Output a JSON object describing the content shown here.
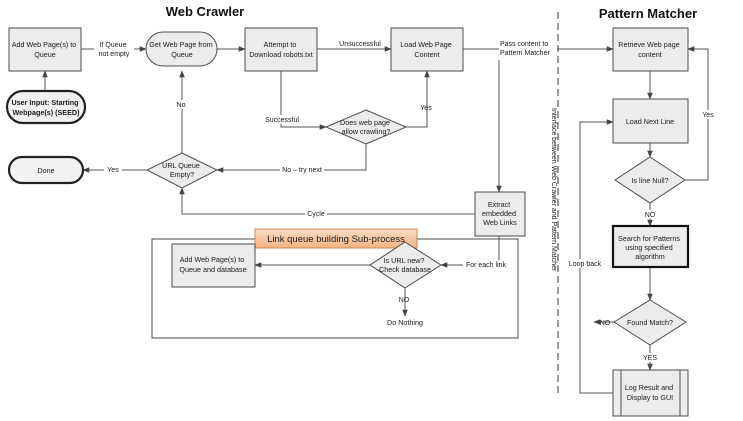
{
  "titles": {
    "web_crawler": "Web Crawler",
    "pattern_matcher": "Pattern Matcher"
  },
  "interface_label": "Interface between Web Crawler and Pattern Matcher",
  "subprocess_title": "Link queue building Sub-process",
  "nodes": {
    "add_web_pages_queue": [
      "Add Web Page(s) to",
      "Queue"
    ],
    "user_input": [
      "User Input: Starting",
      "Webpage(s) (SEED)"
    ],
    "get_web_page": [
      "Get Web Page from",
      "Queue"
    ],
    "attempt_robots": [
      "Attempt to",
      "Download robots.txt"
    ],
    "load_web_page": [
      "Load Web Page",
      "Content"
    ],
    "allow_crawling": [
      "Does web page",
      "allow crawling?"
    ],
    "url_queue_empty": [
      "URL Queue",
      "Empty?"
    ],
    "done": [
      "Done"
    ],
    "extract_links": [
      "Extract",
      "embedded",
      "Web Links"
    ],
    "add_to_queue_db": [
      "Add Web Page(s) to",
      "Queue and database"
    ],
    "is_url_new": [
      "Is URL new?",
      "Check database"
    ],
    "do_nothing": [
      "Do Nothing"
    ],
    "retrieve_content": [
      "Retrieve Web page",
      "content"
    ],
    "load_next_line": [
      "Load Next Line"
    ],
    "is_line_null": [
      "Is line Null?"
    ],
    "search_patterns": [
      "Search for Patterns",
      "using specified",
      "algorithm"
    ],
    "found_match": [
      "Found Match?"
    ],
    "log_result": [
      "Log Result and",
      "Display to GUI"
    ]
  },
  "edge_labels": {
    "if_queue": [
      "If Queue",
      "not empty"
    ],
    "unsuccessful": "Unsuccessful",
    "pass_content": [
      "Pass content to",
      "Pattern Matcher"
    ],
    "successful": "Successful",
    "yes_allow": "Yes",
    "no_try_next": "No – try next",
    "no_queue": "No",
    "yes_done": "Yes",
    "cycle": "Cycle",
    "for_each_link": "For each link",
    "no_url": "NO",
    "yes_line_null": "Yes",
    "no_line_null": "NO",
    "loop_back": "Loop back",
    "no_match": "NO",
    "yes_match": "YES"
  }
}
